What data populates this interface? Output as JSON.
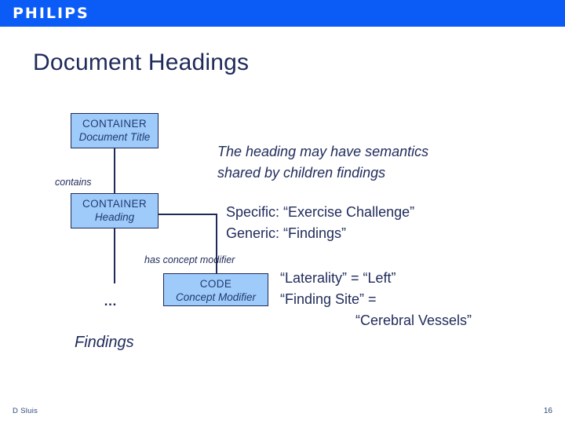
{
  "header": {
    "brand": "PHILIPS",
    "brand_bg": "#0b5cf6"
  },
  "slide": {
    "title": "Document Headings",
    "text_color": "#1f2a5a",
    "node_fill": "#9fcbfb",
    "node_border": "#1f2a5a"
  },
  "diagram": {
    "nodes": [
      {
        "id": "document-title",
        "type": "CONTAINER",
        "name": "Document Title"
      },
      {
        "id": "heading",
        "type": "CONTAINER",
        "name": "Heading"
      },
      {
        "id": "concept-modifier",
        "type": "CODE",
        "name": "Concept Modifier"
      }
    ],
    "edge_labels": [
      {
        "id": "contains",
        "label": "contains"
      },
      {
        "id": "has-modifier",
        "label": "has concept modifier"
      }
    ],
    "ellipsis": "…",
    "findings_label": "Findings"
  },
  "annotations": {
    "semantics": {
      "line1": "The heading may have semantics",
      "line2": "shared by children findings"
    },
    "specificity": {
      "line1": "Specific: “Exercise Challenge”",
      "line2": "Generic: “Findings”"
    },
    "attributes": {
      "line1": "“Laterality” = “Left”",
      "line2": "“Finding Site” =",
      "line3": "“Cerebral Vessels”"
    }
  },
  "footer": {
    "author": "D Sluis",
    "page_number": "16"
  }
}
